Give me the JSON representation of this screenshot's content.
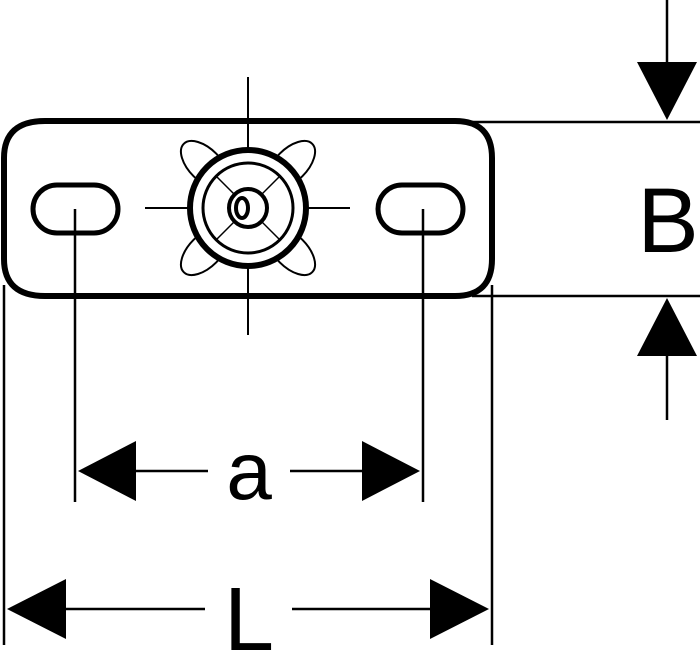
{
  "colors": {
    "line": "#000000",
    "background": "#ffffff"
  },
  "dimensions": {
    "width_label": "B",
    "hole_spacing_label": "a",
    "length_label": "L"
  }
}
